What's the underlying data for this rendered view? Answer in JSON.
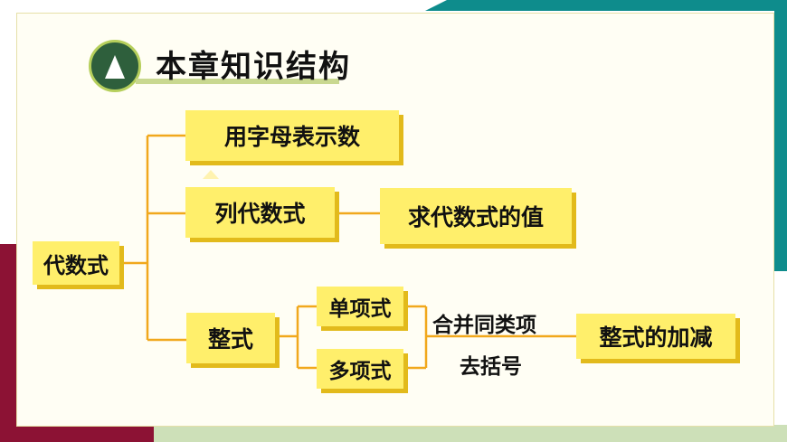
{
  "header": {
    "title": "本章知识结构"
  },
  "diagram": {
    "root": "代数式",
    "node_letters": "用字母表示数",
    "node_expressions": "列代数式",
    "node_evaluate": "求代数式的值",
    "node_polynomial_expr": "整式",
    "node_monomial": "单项式",
    "node_polynomial": "多项式",
    "label_combine": "合并同类项",
    "label_brackets": "去括号",
    "node_add_sub": "整式的加减"
  },
  "colors": {
    "line": "#f1a81c",
    "box_fill": "#ffef6b",
    "box_shadow": "#e2ba1b",
    "teal": "#0e8c8c",
    "crimson": "#8c1234",
    "badge": "#2e5f3c"
  }
}
